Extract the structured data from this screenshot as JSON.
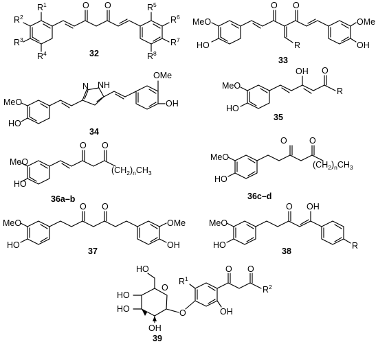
{
  "labels": {
    "oxygen": "O",
    "hydroxyl": "OH",
    "methoxy": "MeO",
    "methoxy_right": "OMe",
    "hydroxy_left": "HO",
    "substituent_r": "R",
    "r1": "R",
    "r1_idx": "1",
    "r2": "R",
    "r2_idx": "2",
    "r3": "R",
    "r3_idx": "3",
    "r4": "R",
    "r4_idx": "4",
    "r5": "R",
    "r5_idx": "5",
    "r6": "R",
    "r6_idx": "6",
    "r7": "R",
    "r7_idx": "7",
    "r8": "R",
    "r8_idx": "8",
    "pyrazole_n": "N",
    "pyrazole_nh": "NH",
    "chain_ch2": "(CH",
    "chain_2": "2",
    "chain_close": ")",
    "chain_n": "n",
    "chain_ch": "CH",
    "chain_3": "3",
    "glucose_ho": "HO",
    "glucose_ho_left": "HO",
    "glucose_oh": "OH"
  },
  "compounds": {
    "c32": "32",
    "c33": "33",
    "c34": "34",
    "c35": "35",
    "c36ab": "36a–b",
    "c36cd": "36c–d",
    "c37": "37",
    "c38": "38",
    "c39": "39"
  }
}
